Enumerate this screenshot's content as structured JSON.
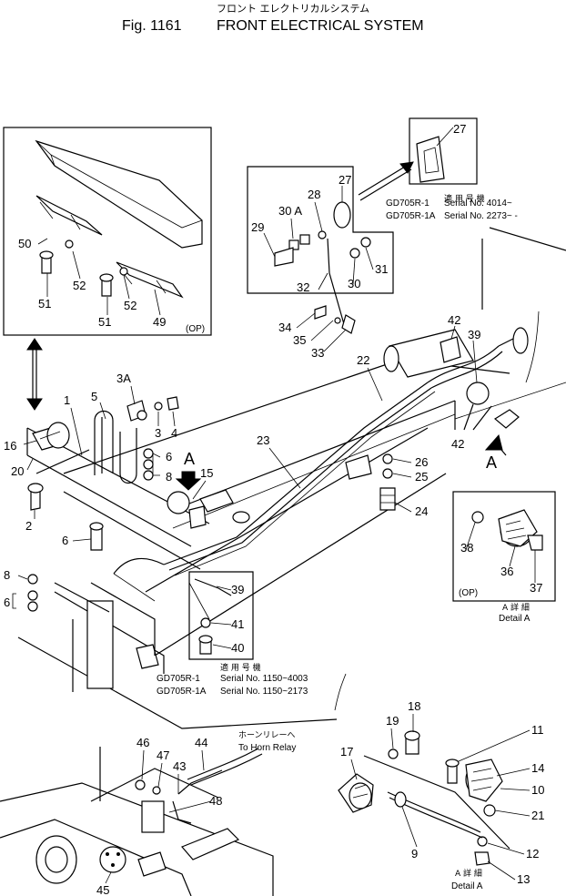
{
  "header": {
    "japanese_title": "フロント エレクトリカルシステム",
    "fig_label": "Fig. 1161",
    "title": "FRONT ELECTRICAL SYSTEM"
  },
  "insets": {
    "top_left_note": "(OP)",
    "detail_a_small_note": "(OP)",
    "detail_a_small_jp": "A 詳 細",
    "detail_a_small_label": "Detail A",
    "detail_a_bottom_jp": "A 詳 細",
    "detail_a_bottom_label": "Detail A"
  },
  "serials": {
    "top": {
      "jp": "適 用 号 機",
      "model_1": "GD705R-1",
      "model_2": "GD705R-1A",
      "serial_1": "Serial No. 4014~",
      "serial_2": "Serial No. 2273~ -"
    },
    "middle": {
      "jp": "適 用 号 機",
      "model_1": "GD705R-1",
      "model_2": "GD705R-1A",
      "serial_1": "Serial No. 1150~4003",
      "serial_2": "Serial No. 1150~2173"
    }
  },
  "horn_relay": {
    "jp": "ホーンリレーへ",
    "label": "To Horn Relay"
  },
  "arrows": {
    "a1": "A",
    "a2": "A"
  },
  "parts": {
    "p1": "1",
    "p2": "2",
    "p3": "3",
    "p3a": "3A",
    "p4": "4",
    "p5": "5",
    "p6a": "6",
    "p6b": "6",
    "p6c": "6",
    "p8a": "8",
    "p8b": "8",
    "p9": "9",
    "p10": "10",
    "p11": "11",
    "p12": "12",
    "p13": "13",
    "p14": "14",
    "p15": "15",
    "p16": "16",
    "p17": "17",
    "p18": "18",
    "p19": "19",
    "p20": "20",
    "p21": "21",
    "p22": "22",
    "p23": "23",
    "p24": "24",
    "p25": "25",
    "p26": "26",
    "p27a": "27",
    "p27b": "27",
    "p28": "28",
    "p29": "29",
    "p30": "30",
    "p30a": "30 A",
    "p31": "31",
    "p32": "32",
    "p33": "33",
    "p34": "34",
    "p35": "35",
    "p36": "36",
    "p37": "37",
    "p38": "38",
    "p39a": "39",
    "p39b": "39",
    "p40": "40",
    "p41": "41",
    "p42a": "42",
    "p42b": "42",
    "p43": "43",
    "p44": "44",
    "p45": "45",
    "p46": "46",
    "p47": "47",
    "p48": "48",
    "p49": "49",
    "p50": "50",
    "p51a": "51",
    "p51b": "51",
    "p52a": "52",
    "p52b": "52"
  }
}
